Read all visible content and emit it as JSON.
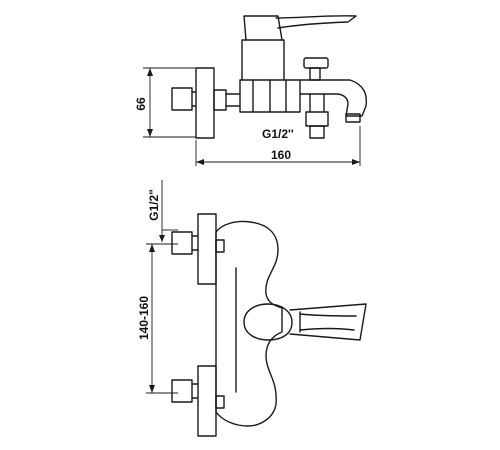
{
  "top_view": {
    "height_label": "66",
    "thread_label": "G1/2''",
    "length_label": "160"
  },
  "front_view": {
    "thread_label": "G1/2\"",
    "spacing_label": "140-160"
  }
}
